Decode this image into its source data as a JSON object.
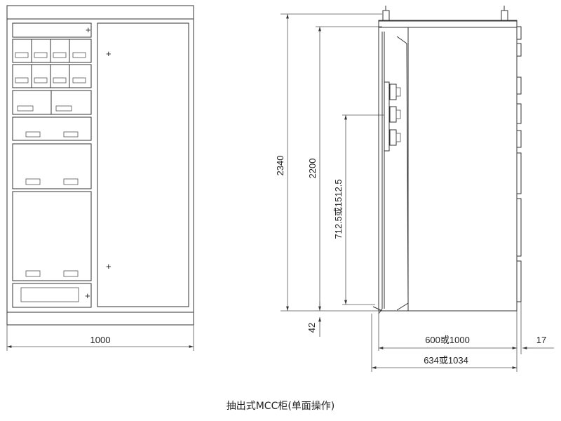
{
  "caption": "抽出式MCC柜(单面操作)",
  "dimensions": {
    "front_width": "1000",
    "total_height": "2340",
    "cabinet_height": "2200",
    "busbar_height": "712.5或1512.5",
    "base_height": "42",
    "depth_inner": "600或1000",
    "depth_outer": "634或1034",
    "offset": "17"
  },
  "symbols": {
    "plus": "+"
  }
}
